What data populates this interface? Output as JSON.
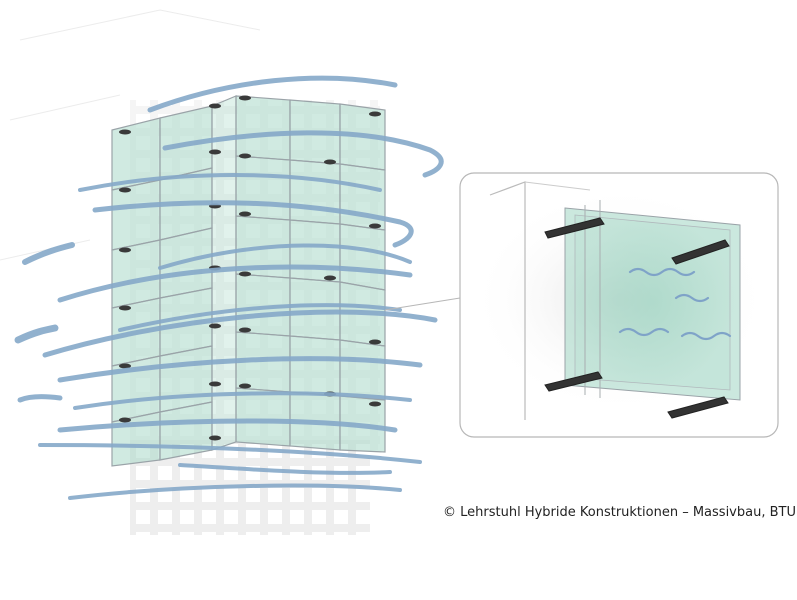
{
  "credit_line": "© Lehrstuhl Hybride Konstruktionen – Massivbau, BTU",
  "colors": {
    "glass_panel": "#a9d9c8",
    "wind_stroke": "#86a9c9",
    "frame": "#9aa3a8",
    "concrete_grid": "#d8d8d8",
    "bracket": "#3a3a3a",
    "detail_border": "#b7b7b7"
  },
  "icons": {
    "wind": "wind-gust-lines",
    "bracket": "point-fixing-bracket",
    "detail": "magnified-detail-callout"
  }
}
